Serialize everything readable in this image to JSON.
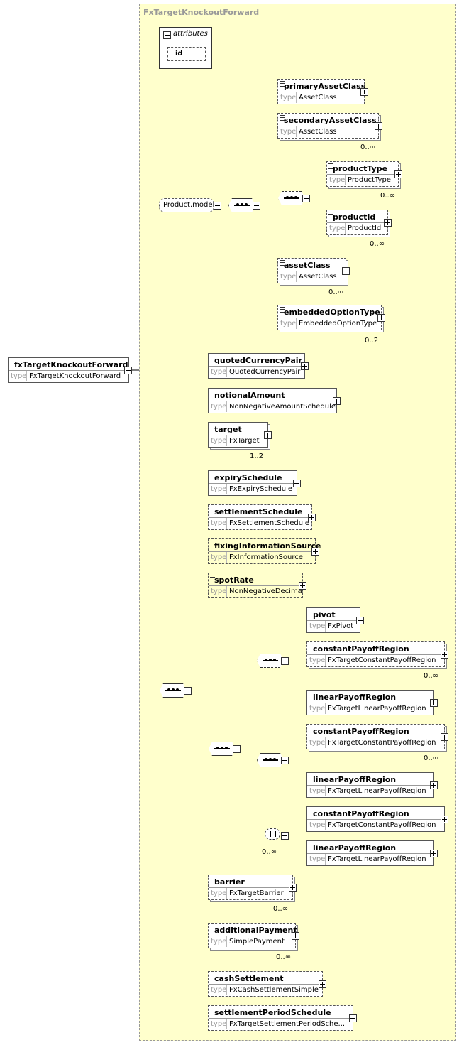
{
  "group": {
    "title": "FxTargetKnockoutForward"
  },
  "attributes": {
    "label": "attributes",
    "items": [
      "id"
    ]
  },
  "model": {
    "label": "Product.model"
  },
  "root": {
    "name": "fxTargetKnockoutForward",
    "type": "FxTargetKnockoutForward"
  },
  "type_label": "type",
  "product_elements": [
    {
      "name": "primaryAssetClass",
      "type": "AssetClass",
      "card": ""
    },
    {
      "name": "secondaryAssetClass",
      "type": "AssetClass",
      "card": "0..∞"
    },
    {
      "name": "productType",
      "type": "ProductType",
      "card": "0..∞"
    },
    {
      "name": "productId",
      "type": "ProductId",
      "card": "0..∞"
    },
    {
      "name": "assetClass",
      "type": "AssetClass",
      "card": "0..∞"
    },
    {
      "name": "embeddedOptionType",
      "type": "EmbeddedOptionType",
      "card": "0..2"
    }
  ],
  "main_elements": [
    {
      "name": "quotedCurrencyPair",
      "type": "QuotedCurrencyPair",
      "card": ""
    },
    {
      "name": "notionalAmount",
      "type": "NonNegativeAmountSchedule",
      "card": ""
    },
    {
      "name": "target",
      "type": "FxTarget",
      "card": "1..2"
    },
    {
      "name": "expirySchedule",
      "type": "FxExpirySchedule",
      "card": ""
    },
    {
      "name": "settlementSchedule",
      "type": "FxSettlementSchedule",
      "card": ""
    },
    {
      "name": "fixingInformationSource",
      "type": "FxInformationSource",
      "card": ""
    },
    {
      "name": "spotRate",
      "type": "NonNegativeDecimal",
      "card": ""
    }
  ],
  "payoff_a": [
    {
      "name": "pivot",
      "type": "FxPivot",
      "card": ""
    },
    {
      "name": "constantPayoffRegion",
      "type": "FxTargetConstantPayoffRegion",
      "card": "0..∞"
    },
    {
      "name": "linearPayoffRegion",
      "type": "FxTargetLinearPayoffRegion",
      "card": ""
    }
  ],
  "payoff_b": [
    {
      "name": "constantPayoffRegion",
      "type": "FxTargetConstantPayoffRegion",
      "card": "0..∞"
    },
    {
      "name": "linearPayoffRegion",
      "type": "FxTargetLinearPayoffRegion",
      "card": ""
    }
  ],
  "payoff_c": [
    {
      "name": "constantPayoffRegion",
      "type": "FxTargetConstantPayoffRegion",
      "card": ""
    },
    {
      "name": "linearPayoffRegion",
      "type": "FxTargetLinearPayoffRegion",
      "card": ""
    }
  ],
  "payoff_c_card": "0..∞",
  "tail_elements": [
    {
      "name": "barrier",
      "type": "FxTargetBarrier",
      "card": "0..∞"
    },
    {
      "name": "additionalPayment",
      "type": "SimplePayment",
      "card": "0..∞"
    },
    {
      "name": "cashSettlement",
      "type": "FxCashSettlementSimple",
      "card": ""
    },
    {
      "name": "settlementPeriodSchedule",
      "type": "FxTargetSettlementPeriodSche...",
      "card": ""
    }
  ]
}
